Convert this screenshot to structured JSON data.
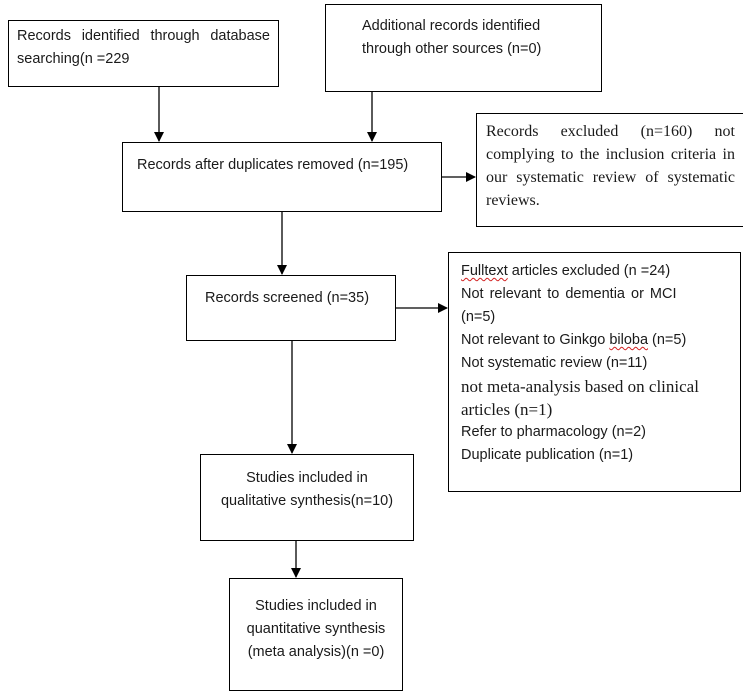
{
  "boxes": {
    "database_search": "Records identified through database searching(n =229",
    "other_sources": [
      "Additional records identified",
      "through other sources (n=0)"
    ],
    "after_duplicates": "Records after duplicates removed (n=195)",
    "excluded_records": "Records excluded (n=160) not complying to the inclusion criteria in our systematic review of systematic reviews.",
    "screened": "Records screened (n=35)",
    "qualitative": [
      "Studies included in",
      "qualitative synthesis(n=10)"
    ],
    "quantitative": [
      "Studies included in",
      "quantitative synthesis",
      "(meta analysis)(n =0)"
    ]
  },
  "fulltext_excluded": {
    "heading_word1": "Fulltext",
    "heading_rest": " articles excluded (n =24)",
    "dementia_line1": "Not relevant to dementia or MCI",
    "dementia_line2": "(n=5)",
    "ginkgo_prefix": "Not relevant to Ginkgo ",
    "ginkgo_word": "biloba",
    "ginkgo_suffix": " (n=5)",
    "not_sr": "Not systematic review (n=11)",
    "meta_line1": "not meta-analysis based on clinical",
    "meta_line2": "articles (n=1)",
    "pharmacology": "Refer to pharmacology (n=2)",
    "duplicate": "Duplicate publication (n=1)"
  },
  "colors": {
    "border": "#000000",
    "text": "#1a1a1a",
    "spellcheck_underline": "#d21f1f"
  }
}
